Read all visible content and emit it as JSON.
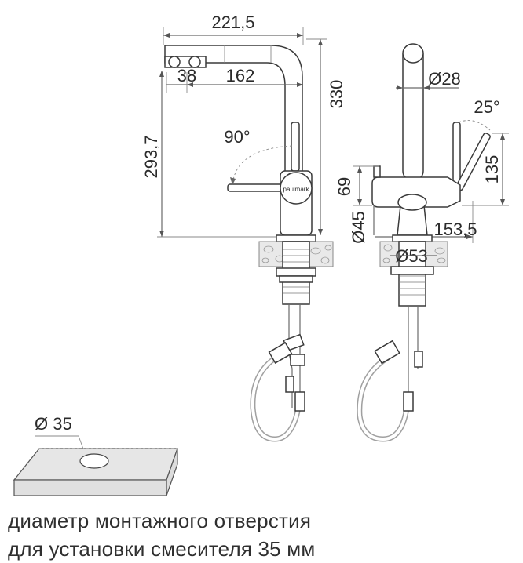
{
  "front_view": {
    "width_label": "221,5",
    "reach_label": "162",
    "spray_label": "38",
    "height_label": "330",
    "spout_height_label": "293,7",
    "rotation_label": "90°",
    "brand_label": "paulmark"
  },
  "side_view": {
    "spout_diameter_label": "Ø28",
    "lever_angle_label": "25°",
    "lever_height_label": "135",
    "lever_base_height_label": "69",
    "base_diameter_label": "Ø45",
    "depth_label": "153,5",
    "flange_diameter_label": "Ø53"
  },
  "hole_detail": {
    "hole_diameter_label": "Ø 35"
  },
  "caption": {
    "line1": "диаметр монтажного отверстия",
    "line2": "для установки смесителя 35 мм"
  }
}
